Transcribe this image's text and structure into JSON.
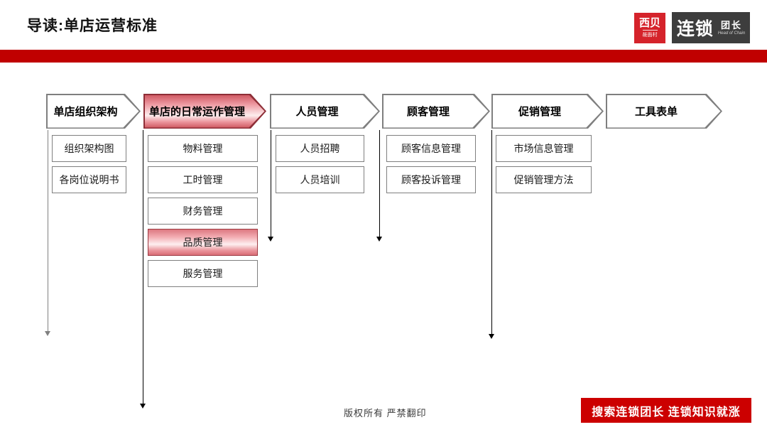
{
  "slide_title": "导读:单店运营标准",
  "logos": {
    "xibei": {
      "name": "西贝",
      "subname": "莜面村"
    },
    "liansuo": {
      "name": "连锁",
      "subname": "团长",
      "tagline": "Head of Chain"
    }
  },
  "colors": {
    "accent_red": "#c00000",
    "banner_red": "#cc0000",
    "highlight_fill_top": "#d05a64",
    "highlight_fill_mid": "#fdedee",
    "highlight_border": "#9c3a42",
    "gray_border": "#7f7f7f"
  },
  "columns": [
    {
      "header": "单店组织架构",
      "highlighted": false,
      "items": [
        "组织架构图",
        "各岗位说明书"
      ]
    },
    {
      "header": "单店的日常运作管理",
      "highlighted": true,
      "highlighted_item": "品质管理",
      "items": [
        "物料管理",
        "工时管理",
        "财务管理",
        "品质管理",
        "服务管理"
      ]
    },
    {
      "header": "人员管理",
      "highlighted": false,
      "items": [
        "人员招聘",
        "人员培训"
      ]
    },
    {
      "header": "顾客管理",
      "highlighted": false,
      "items": [
        "顾客信息管理",
        "顾客投诉管理"
      ]
    },
    {
      "header": "促销管理",
      "highlighted": false,
      "items": [
        "市场信息管理",
        "促销管理方法"
      ]
    },
    {
      "header": "工具表单",
      "highlighted": false,
      "items": []
    }
  ],
  "footer": {
    "copyright": "版权所有 严禁翻印",
    "banner": "搜索连锁团长 连锁知识就涨"
  }
}
